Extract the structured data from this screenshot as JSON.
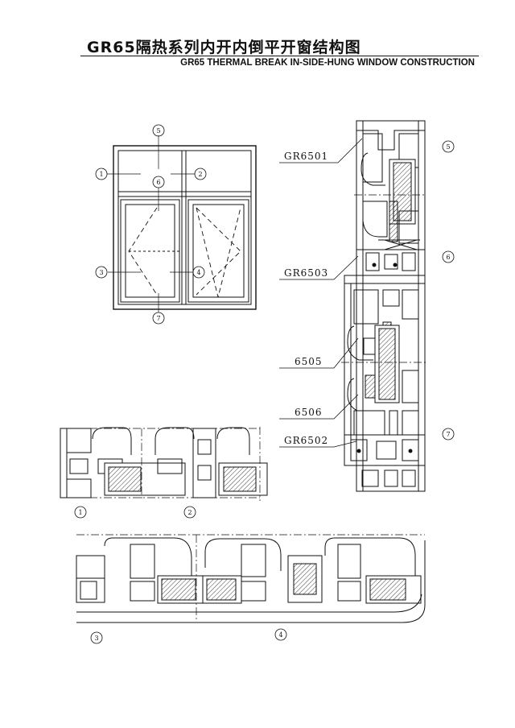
{
  "header": {
    "title_cn": "GR65隔热系列内开内倒平开窗结构图",
    "title_en": "GR65 THERMAL BREAK IN-SIDE-HUNG WINDOW CONSTRUCTION"
  },
  "elevation": {
    "callouts": [
      "5",
      "1",
      "2",
      "6",
      "3",
      "4",
      "7"
    ]
  },
  "vertical_section": {
    "profile_labels": [
      "GR6501",
      "GR6503",
      "6505",
      "6506",
      "GR6502"
    ],
    "callouts": [
      "5",
      "6",
      "7"
    ]
  },
  "horizontal_section_top": {
    "callouts": [
      "1",
      "2"
    ]
  },
  "horizontal_section_bottom": {
    "callouts": [
      "3",
      "4"
    ]
  }
}
